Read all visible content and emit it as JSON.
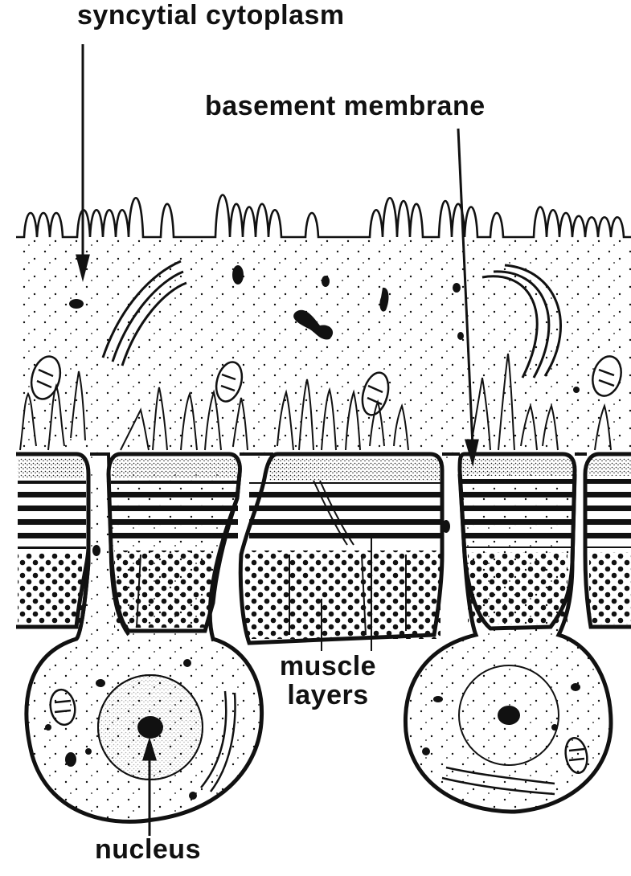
{
  "labels": {
    "syncytial_cytoplasm": "syncytial cytoplasm",
    "basement_membrane": "basement membrane",
    "muscle_line1": "muscle",
    "muscle_line2": "layers",
    "nucleus": "nucleus"
  },
  "colors": {
    "ink": "#111111",
    "background": "#ffffff"
  }
}
